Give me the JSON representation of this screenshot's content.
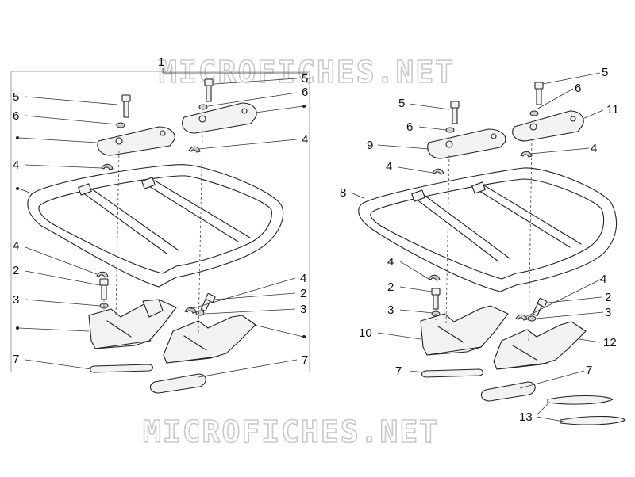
{
  "watermark": {
    "text": "MICROFICHES.NET"
  },
  "left_group": {
    "callouts": {
      "c1": "1",
      "c5a": "5",
      "c6a": "6",
      "c4a": "4",
      "c4b": "4",
      "c2a": "2",
      "c3a": "3",
      "c7a": "7",
      "c5b": "5",
      "c6b": "6",
      "c4c": "4",
      "c4d": "4",
      "c2b": "2",
      "c3b": "3",
      "c7b": "7"
    }
  },
  "right_group": {
    "callouts": {
      "c5a": "5",
      "c6a": "6",
      "c9": "9",
      "c4a": "4",
      "c8": "8",
      "c4b": "4",
      "c2": "2",
      "c3a": "3",
      "c10": "10",
      "c7a": "7",
      "c5b": "5",
      "c6b": "6",
      "c11": "11",
      "c4c": "4",
      "c4d": "4",
      "c2b": "2",
      "c3b": "3",
      "c12": "12",
      "c7b": "7",
      "c13": "13"
    }
  }
}
